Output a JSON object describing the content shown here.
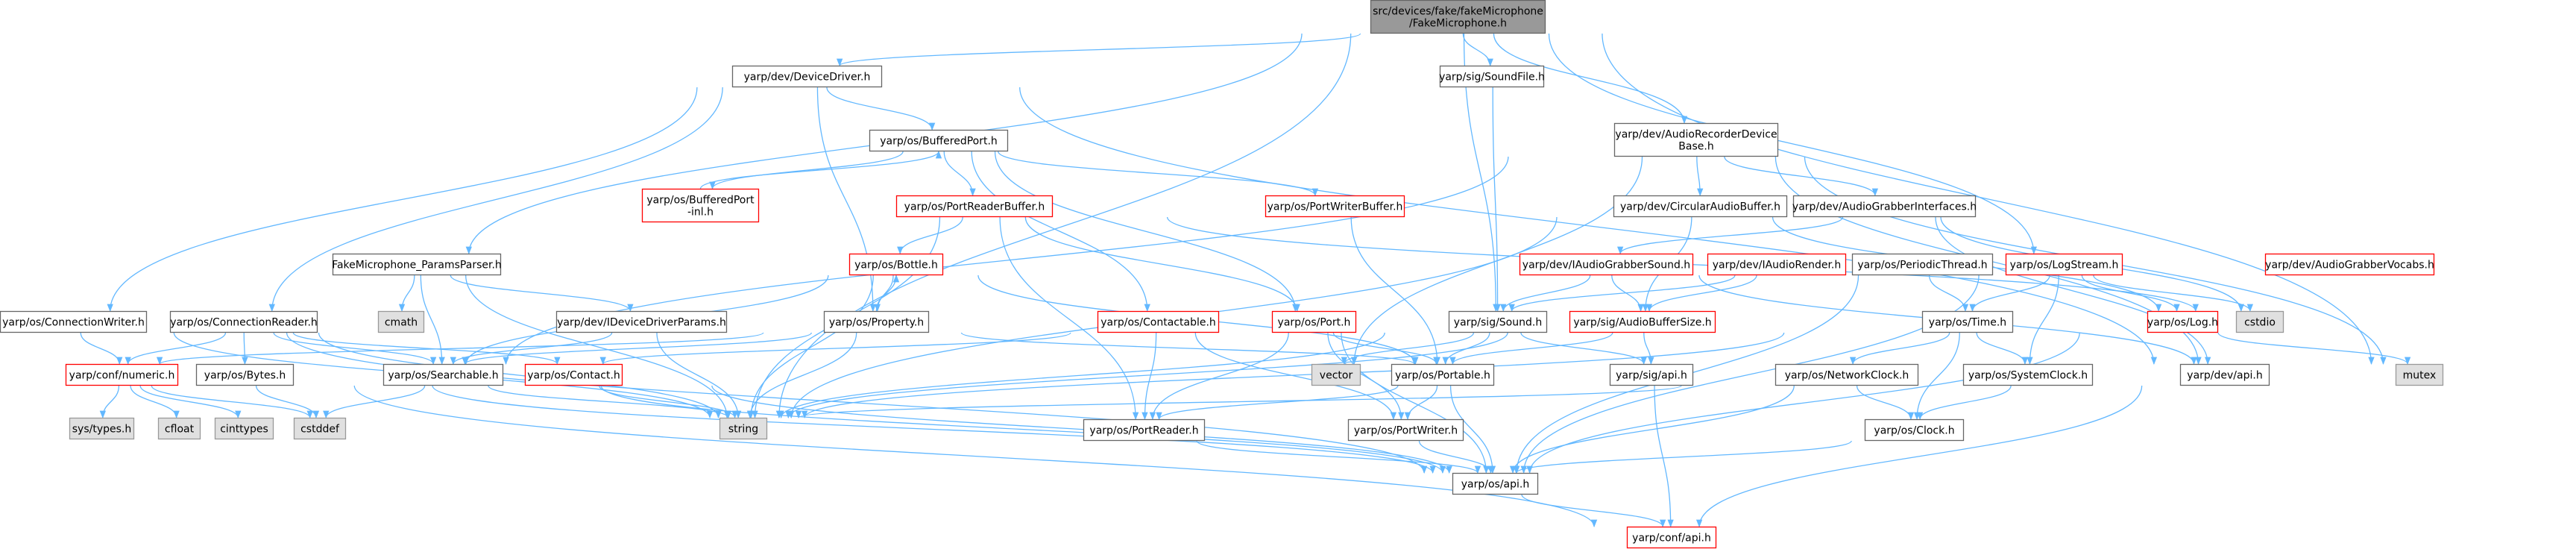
{
  "colors": {
    "edge": "#63b8ff",
    "box_stroke": "#666666",
    "red_stroke": "#ff0000",
    "root_fill": "#999999",
    "gray_fill": "#e0e0e0",
    "white_fill": "#ffffff",
    "text": "#000000"
  },
  "nodes": [
    {
      "id": "root",
      "lines": [
        "src/devices/fake/fakeMicrophone",
        "/FakeMicrophone.h"
      ],
      "style": "root"
    },
    {
      "id": "devicedriver",
      "lines": [
        "yarp/dev/DeviceDriver.h"
      ],
      "style": "white"
    },
    {
      "id": "soundfile",
      "lines": [
        "yarp/sig/SoundFile.h"
      ],
      "style": "white"
    },
    {
      "id": "audiorecorder",
      "lines": [
        "yarp/dev/AudioRecorderDevice",
        "Base.h"
      ],
      "style": "white"
    },
    {
      "id": "bufferedport",
      "lines": [
        "yarp/os/BufferedPort.h"
      ],
      "style": "white"
    },
    {
      "id": "bufferedportinl",
      "lines": [
        "yarp/os/BufferedPort",
        "-inl.h"
      ],
      "style": "red"
    },
    {
      "id": "portreaderbuffer",
      "lines": [
        "yarp/os/PortReaderBuffer.h"
      ],
      "style": "red"
    },
    {
      "id": "portwriterbuffer",
      "lines": [
        "yarp/os/PortWriterBuffer.h"
      ],
      "style": "red"
    },
    {
      "id": "circularaudio",
      "lines": [
        "yarp/dev/CircularAudioBuffer.h"
      ],
      "style": "white"
    },
    {
      "id": "grabberifaces",
      "lines": [
        "yarp/dev/AudioGrabberInterfaces.h"
      ],
      "style": "white"
    },
    {
      "id": "paramsparser",
      "lines": [
        "FakeMicrophone_ParamsParser.h"
      ],
      "style": "white"
    },
    {
      "id": "bottle",
      "lines": [
        "yarp/os/Bottle.h"
      ],
      "style": "red"
    },
    {
      "id": "iaudiograbbersound",
      "lines": [
        "yarp/dev/IAudioGrabberSound.h"
      ],
      "style": "red"
    },
    {
      "id": "iaudiorender",
      "lines": [
        "yarp/dev/IAudioRender.h"
      ],
      "style": "red"
    },
    {
      "id": "periodicthread",
      "lines": [
        "yarp/os/PeriodicThread.h"
      ],
      "style": "white"
    },
    {
      "id": "logstream",
      "lines": [
        "yarp/os/LogStream.h"
      ],
      "style": "red"
    },
    {
      "id": "grabbervocabs",
      "lines": [
        "yarp/dev/AudioGrabberVocabs.h"
      ],
      "style": "red"
    },
    {
      "id": "connectionwriter",
      "lines": [
        "yarp/os/ConnectionWriter.h"
      ],
      "style": "white"
    },
    {
      "id": "connectionreader",
      "lines": [
        "yarp/os/ConnectionReader.h"
      ],
      "style": "white"
    },
    {
      "id": "cmath",
      "lines": [
        "cmath"
      ],
      "style": "gray"
    },
    {
      "id": "ideviceparams",
      "lines": [
        "yarp/dev/IDeviceDriverParams.h"
      ],
      "style": "white"
    },
    {
      "id": "property",
      "lines": [
        "yarp/os/Property.h"
      ],
      "style": "white"
    },
    {
      "id": "contactable",
      "lines": [
        "yarp/os/Contactable.h"
      ],
      "style": "red"
    },
    {
      "id": "port",
      "lines": [
        "yarp/os/Port.h"
      ],
      "style": "red"
    },
    {
      "id": "sound",
      "lines": [
        "yarp/sig/Sound.h"
      ],
      "style": "white"
    },
    {
      "id": "audiobuffersize",
      "lines": [
        "yarp/sig/AudioBufferSize.h"
      ],
      "style": "red"
    },
    {
      "id": "time",
      "lines": [
        "yarp/os/Time.h"
      ],
      "style": "white"
    },
    {
      "id": "log",
      "lines": [
        "yarp/os/Log.h"
      ],
      "style": "red"
    },
    {
      "id": "cstdio",
      "lines": [
        "cstdio"
      ],
      "style": "gray"
    },
    {
      "id": "numeric",
      "lines": [
        "yarp/conf/numeric.h"
      ],
      "style": "red"
    },
    {
      "id": "bytes",
      "lines": [
        "yarp/os/Bytes.h"
      ],
      "style": "white"
    },
    {
      "id": "searchable",
      "lines": [
        "yarp/os/Searchable.h"
      ],
      "style": "white"
    },
    {
      "id": "contact",
      "lines": [
        "yarp/os/Contact.h"
      ],
      "style": "red"
    },
    {
      "id": "vector",
      "lines": [
        "vector"
      ],
      "style": "gray"
    },
    {
      "id": "portable",
      "lines": [
        "yarp/os/Portable.h"
      ],
      "style": "white"
    },
    {
      "id": "sigapi",
      "lines": [
        "yarp/sig/api.h"
      ],
      "style": "white"
    },
    {
      "id": "networkclock",
      "lines": [
        "yarp/os/NetworkClock.h"
      ],
      "style": "white"
    },
    {
      "id": "systemclock",
      "lines": [
        "yarp/os/SystemClock.h"
      ],
      "style": "white"
    },
    {
      "id": "devapi",
      "lines": [
        "yarp/dev/api.h"
      ],
      "style": "white"
    },
    {
      "id": "mutex",
      "lines": [
        "mutex"
      ],
      "style": "gray"
    },
    {
      "id": "systypes",
      "lines": [
        "sys/types.h"
      ],
      "style": "gray"
    },
    {
      "id": "cfloat",
      "lines": [
        "cfloat"
      ],
      "style": "gray"
    },
    {
      "id": "cinttypes",
      "lines": [
        "cinttypes"
      ],
      "style": "gray"
    },
    {
      "id": "cstddef",
      "lines": [
        "cstddef"
      ],
      "style": "gray"
    },
    {
      "id": "string",
      "lines": [
        "string"
      ],
      "style": "gray"
    },
    {
      "id": "portreader",
      "lines": [
        "yarp/os/PortReader.h"
      ],
      "style": "white"
    },
    {
      "id": "portwriter",
      "lines": [
        "yarp/os/PortWriter.h"
      ],
      "style": "white"
    },
    {
      "id": "clock",
      "lines": [
        "yarp/os/Clock.h"
      ],
      "style": "white"
    },
    {
      "id": "osapi",
      "lines": [
        "yarp/os/api.h"
      ],
      "style": "white"
    },
    {
      "id": "confapi",
      "lines": [
        "yarp/conf/api.h"
      ],
      "style": "red"
    }
  ],
  "edges": [
    [
      "root",
      "devicedriver"
    ],
    [
      "root",
      "soundfile"
    ],
    [
      "root",
      "audiorecorder"
    ],
    [
      "root",
      "paramsparser"
    ],
    [
      "root",
      "sound"
    ],
    [
      "root",
      "logstream"
    ],
    [
      "root",
      "string"
    ],
    [
      "root",
      "mutex"
    ],
    [
      "devicedriver",
      "bufferedport"
    ],
    [
      "devicedriver",
      "connectionwriter"
    ],
    [
      "devicedriver",
      "connectionreader"
    ],
    [
      "devicedriver",
      "property"
    ],
    [
      "devicedriver",
      "devapi"
    ],
    [
      "soundfile",
      "sound"
    ],
    [
      "audiorecorder",
      "circularaudio"
    ],
    [
      "audiorecorder",
      "grabberifaces"
    ],
    [
      "audiorecorder",
      "searchable"
    ],
    [
      "audiorecorder",
      "vector"
    ],
    [
      "audiorecorder",
      "mutex"
    ],
    [
      "audiorecorder",
      "devapi"
    ],
    [
      "bufferedport",
      "bufferedportinl"
    ],
    [
      "bufferedport",
      "portreaderbuffer"
    ],
    [
      "bufferedport",
      "portwriterbuffer"
    ],
    [
      "bufferedport",
      "contactable"
    ],
    [
      "bufferedport",
      "port"
    ],
    [
      "bufferedportinl",
      "bufferedport"
    ],
    [
      "portreaderbuffer",
      "bottle"
    ],
    [
      "portreaderbuffer",
      "port"
    ],
    [
      "portreaderbuffer",
      "portreader"
    ],
    [
      "portreaderbuffer",
      "string"
    ],
    [
      "portreaderbuffer",
      "cstdio"
    ],
    [
      "portwriterbuffer",
      "portable"
    ],
    [
      "circularaudio",
      "audiobuffersize"
    ],
    [
      "circularaudio",
      "log"
    ],
    [
      "circularaudio",
      "string"
    ],
    [
      "grabberifaces",
      "iaudiograbbersound"
    ],
    [
      "grabberifaces",
      "cstdio"
    ],
    [
      "grabberifaces",
      "devapi"
    ],
    [
      "paramsparser",
      "searchable"
    ],
    [
      "paramsparser",
      "ideviceparams"
    ],
    [
      "paramsparser",
      "string"
    ],
    [
      "paramsparser",
      "cmath"
    ],
    [
      "bottle",
      "property"
    ],
    [
      "bottle",
      "searchable"
    ],
    [
      "bottle",
      "portable"
    ],
    [
      "bottle",
      "string"
    ],
    [
      "iaudiograbbersound",
      "sound"
    ],
    [
      "iaudiograbbersound",
      "audiobuffersize"
    ],
    [
      "iaudiograbbersound",
      "devapi"
    ],
    [
      "iaudiorender",
      "sound"
    ],
    [
      "iaudiorender",
      "audiobuffersize"
    ],
    [
      "periodicthread",
      "time"
    ],
    [
      "periodicthread",
      "osapi"
    ],
    [
      "logstream",
      "log"
    ],
    [
      "logstream",
      "time"
    ],
    [
      "logstream",
      "systemclock"
    ],
    [
      "logstream",
      "cstdio"
    ],
    [
      "logstream",
      "osapi"
    ],
    [
      "connectionwriter",
      "numeric"
    ],
    [
      "connectionwriter",
      "string"
    ],
    [
      "connectionwriter",
      "osapi"
    ],
    [
      "connectionreader",
      "numeric"
    ],
    [
      "connectionreader",
      "bytes"
    ],
    [
      "connectionreader",
      "searchable"
    ],
    [
      "connectionreader",
      "contact"
    ],
    [
      "connectionreader",
      "string"
    ],
    [
      "ideviceparams",
      "searchable"
    ],
    [
      "ideviceparams",
      "string"
    ],
    [
      "property",
      "bottle"
    ],
    [
      "property",
      "searchable"
    ],
    [
      "property",
      "portable"
    ],
    [
      "property",
      "string"
    ],
    [
      "property",
      "numeric"
    ],
    [
      "contactable",
      "contact"
    ],
    [
      "contactable",
      "portreader"
    ],
    [
      "contactable",
      "portwriter"
    ],
    [
      "port",
      "portable"
    ],
    [
      "port",
      "portreader"
    ],
    [
      "port",
      "portwriter"
    ],
    [
      "port",
      "osapi"
    ],
    [
      "sound",
      "portable"
    ],
    [
      "sound",
      "vector"
    ],
    [
      "sound",
      "string"
    ],
    [
      "sound",
      "sigapi"
    ],
    [
      "audiobuffersize",
      "portable"
    ],
    [
      "audiobuffersize",
      "sigapi"
    ],
    [
      "audiobuffersize",
      "string"
    ],
    [
      "time",
      "networkclock"
    ],
    [
      "time",
      "systemclock"
    ],
    [
      "time",
      "clock"
    ],
    [
      "time",
      "string"
    ],
    [
      "log",
      "mutex"
    ],
    [
      "log",
      "osapi"
    ],
    [
      "numeric",
      "systypes"
    ],
    [
      "numeric",
      "cfloat"
    ],
    [
      "numeric",
      "cinttypes"
    ],
    [
      "numeric",
      "cstddef"
    ],
    [
      "numeric",
      "confapi"
    ],
    [
      "bytes",
      "cstddef"
    ],
    [
      "bytes",
      "osapi"
    ],
    [
      "searchable",
      "string"
    ],
    [
      "searchable",
      "cstddef"
    ],
    [
      "searchable",
      "osapi"
    ],
    [
      "contact",
      "string"
    ],
    [
      "contact",
      "osapi"
    ],
    [
      "portable",
      "portreader"
    ],
    [
      "portable",
      "portwriter"
    ],
    [
      "portable",
      "osapi"
    ],
    [
      "sigapi",
      "confapi"
    ],
    [
      "networkclock",
      "clock"
    ],
    [
      "networkclock",
      "string"
    ],
    [
      "networkclock",
      "osapi"
    ],
    [
      "systemclock",
      "clock"
    ],
    [
      "devapi",
      "confapi"
    ],
    [
      "portreader",
      "osapi"
    ],
    [
      "portwriter",
      "osapi"
    ],
    [
      "clock",
      "osapi"
    ],
    [
      "osapi",
      "confapi"
    ]
  ]
}
